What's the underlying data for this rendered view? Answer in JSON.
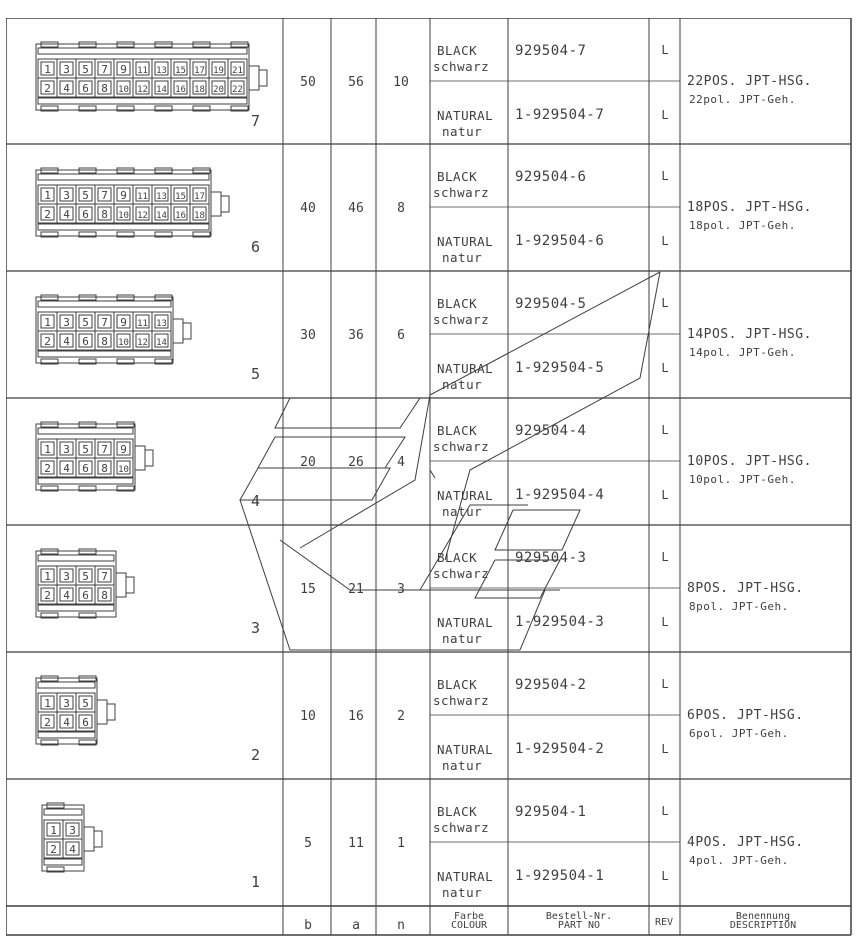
{
  "table": {
    "rows": [
      {
        "id": "7",
        "b": "50",
        "a": "56",
        "n": "10",
        "black_en": "BLACK",
        "black_de": "schwarz",
        "natural_en": "NATURAL",
        "natural_de": "natur",
        "pn_black": "929504-7",
        "pn_natural": "1-929504-7",
        "rev_black": "L",
        "rev_natural": "L",
        "desc_en": "22POS. JPT-HSG.",
        "desc_de": "22pol. JPT-Geh.",
        "pins_top": [
          "1",
          "3",
          "5",
          "7",
          "9",
          "11",
          "13",
          "15",
          "17",
          "19",
          "21"
        ],
        "pins_bottom": [
          "2",
          "4",
          "6",
          "8",
          "10",
          "12",
          "14",
          "16",
          "18",
          "20",
          "22"
        ]
      },
      {
        "id": "6",
        "b": "40",
        "a": "46",
        "n": "8",
        "black_en": "BLACK",
        "black_de": "schwarz",
        "natural_en": "NATURAL",
        "natural_de": "natur",
        "pn_black": "929504-6",
        "pn_natural": "1-929504-6",
        "rev_black": "L",
        "rev_natural": "L",
        "desc_en": "18POS. JPT-HSG.",
        "desc_de": "18pol. JPT-Geh.",
        "pins_top": [
          "1",
          "3",
          "5",
          "7",
          "9",
          "11",
          "13",
          "15",
          "17"
        ],
        "pins_bottom": [
          "2",
          "4",
          "6",
          "8",
          "10",
          "12",
          "14",
          "16",
          "18"
        ]
      },
      {
        "id": "5",
        "b": "30",
        "a": "36",
        "n": "6",
        "black_en": "BLACK",
        "black_de": "schwarz",
        "natural_en": "NATURAL",
        "natural_de": "natur",
        "pn_black": "929504-5",
        "pn_natural": "1-929504-5",
        "rev_black": "L",
        "rev_natural": "L",
        "desc_en": "14POS. JPT-HSG.",
        "desc_de": "14pol. JPT-Geh.",
        "pins_top": [
          "1",
          "3",
          "5",
          "7",
          "9",
          "11",
          "13"
        ],
        "pins_bottom": [
          "2",
          "4",
          "6",
          "8",
          "10",
          "12",
          "14"
        ]
      },
      {
        "id": "4",
        "b": "20",
        "a": "26",
        "n": "4",
        "black_en": "BLACK",
        "black_de": "schwarz",
        "natural_en": "NATURAL",
        "natural_de": "natur",
        "pn_black": "929504-4",
        "pn_natural": "1-929504-4",
        "rev_black": "L",
        "rev_natural": "L",
        "desc_en": "10POS. JPT-HSG.",
        "desc_de": "10pol. JPT-Geh.",
        "pins_top": [
          "1",
          "3",
          "5",
          "7",
          "9"
        ],
        "pins_bottom": [
          "2",
          "4",
          "6",
          "8",
          "10"
        ]
      },
      {
        "id": "3",
        "b": "15",
        "a": "21",
        "n": "3",
        "black_en": "BLACK",
        "black_de": "schwarz",
        "natural_en": "NATURAL",
        "natural_de": "natur",
        "pn_black": "929504-3",
        "pn_natural": "1-929504-3",
        "rev_black": "L",
        "rev_natural": "L",
        "desc_en": "8POS. JPT-HSG.",
        "desc_de": "8pol. JPT-Geh.",
        "pins_top": [
          "1",
          "3",
          "5",
          "7"
        ],
        "pins_bottom": [
          "2",
          "4",
          "6",
          "8"
        ]
      },
      {
        "id": "2",
        "b": "10",
        "a": "16",
        "n": "2",
        "black_en": "BLACK",
        "black_de": "schwarz",
        "natural_en": "NATURAL",
        "natural_de": "natur",
        "pn_black": "929504-2",
        "pn_natural": "1-929504-2",
        "rev_black": "L",
        "rev_natural": "L",
        "desc_en": "6POS. JPT-HSG.",
        "desc_de": "6pol. JPT-Geh.",
        "pins_top": [
          "1",
          "3",
          "5"
        ],
        "pins_bottom": [
          "2",
          "4",
          "6"
        ]
      },
      {
        "id": "1",
        "b": "5",
        "a": "11",
        "n": "1",
        "black_en": "BLACK",
        "black_de": "schwarz",
        "natural_en": "NATURAL",
        "natural_de": "natur",
        "pn_black": "929504-1",
        "pn_natural": "1-929504-1",
        "rev_black": "L",
        "rev_natural": "L",
        "desc_en": "4POS. JPT-HSG.",
        "desc_de": "4pol. JPT-Geh.",
        "pins_top": [
          "1",
          "3"
        ],
        "pins_bottom": [
          "2",
          "4"
        ]
      }
    ],
    "footer": {
      "b": "b",
      "a": "a",
      "n": "n",
      "colour_de": "Farbe",
      "colour_en": "COLOUR",
      "pn_de": "Bestell-Nr.",
      "pn_en": "PART NO",
      "rev": "REV",
      "desc_de": "Benennung",
      "desc_en": "DESCRIPTION"
    }
  },
  "colors": {
    "ink": "#3f3f3f",
    "background": "#ffffff"
  }
}
